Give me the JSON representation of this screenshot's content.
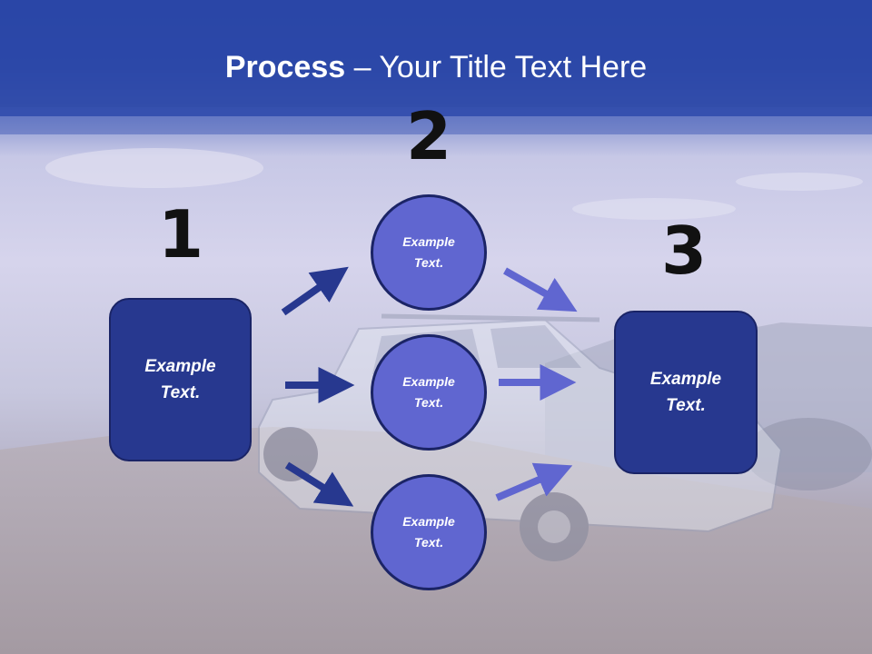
{
  "title": {
    "bold": "Process",
    "separator": " – ",
    "rest": "Your Title Text Here"
  },
  "step_numbers": [
    "1",
    "2",
    "3"
  ],
  "step1_box": {
    "text": "Example\nText."
  },
  "step2_circles": [
    {
      "text": "Example\nText."
    },
    {
      "text": "Example\nText."
    },
    {
      "text": "Example\nText."
    }
  ],
  "step3_box": {
    "text": "Example\nText."
  },
  "colors": {
    "dark_blue": "#27388f",
    "circle_fill": "#6066d0",
    "arrow_dark": "#27388f",
    "arrow_light": "#6066d0",
    "title_bar": "#2a4aa8"
  }
}
